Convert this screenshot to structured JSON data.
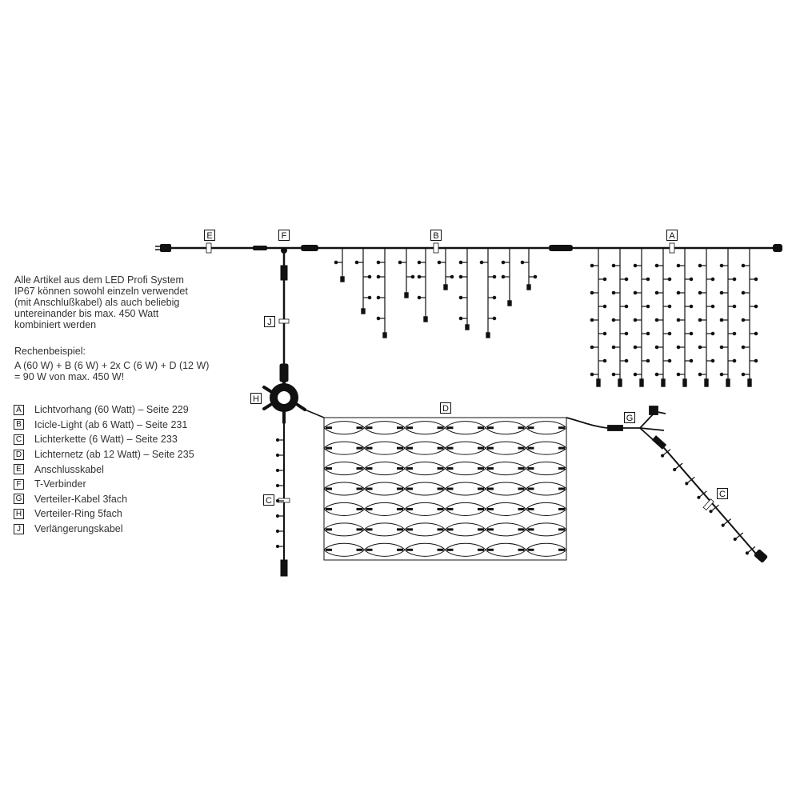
{
  "intro_text": [
    "Alle Artikel aus dem LED Profi System",
    "IP67 können sowohl einzeln verwendet",
    "(mit Anschlußkabel) als auch beliebig",
    "untereinander bis max. 450 Watt",
    "kombiniert werden"
  ],
  "calc": {
    "title": "Rechenbeispiel:",
    "lines": [
      "A (60 W) + B (6 W) + 2x C (6 W) + D (12 W)",
      "= 90 W von max. 450 W!"
    ]
  },
  "legend": [
    {
      "key": "A",
      "text": "Lichtvorhang (60 Watt) – Seite 229"
    },
    {
      "key": "B",
      "text": "Icicle-Light (ab 6 Watt) – Seite 231"
    },
    {
      "key": "C",
      "text": "Lichterkette (6 Watt) – Seite 233"
    },
    {
      "key": "D",
      "text": "Lichternetz (ab 12 Watt) – Seite 235"
    },
    {
      "key": "E",
      "text": "Anschlusskabel"
    },
    {
      "key": "F",
      "text": "T-Verbinder"
    },
    {
      "key": "G",
      "text": "Verteiler-Kabel 3fach"
    },
    {
      "key": "H",
      "text": "Verteiler-Ring 5fach"
    },
    {
      "key": "J",
      "text": "Verlängerungskabel"
    }
  ],
  "diagram_labels": {
    "E": "E",
    "F": "F",
    "B": "B",
    "A": "A",
    "J": "J",
    "H": "H",
    "D": "D",
    "G": "G",
    "C1": "C",
    "C2": "C"
  },
  "colors": {
    "cable": "#111111",
    "led": "#222222",
    "text": "#333333"
  }
}
